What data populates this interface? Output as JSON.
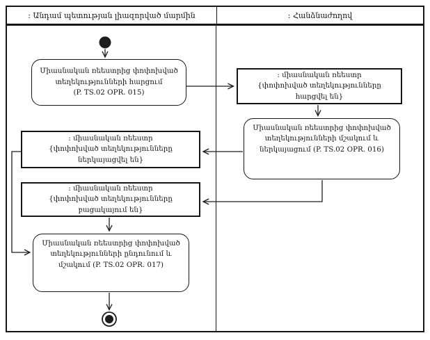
{
  "swimlanes": {
    "left": {
      "title": ": Անդամ պետության լիազորված մարմին"
    },
    "right": {
      "title": ": Հանձնաժողով"
    }
  },
  "nodes": {
    "action_opr_015": {
      "label": "Միասնական ռեեստրից փոփոխված\nտեղեկությունների հարցում\n(P. TS.02 OPR. 015)"
    },
    "object_register_queried": {
      "label": ": միասնական ռեեստր\n{փոփոխված տեղեկությունները հարցվել են}"
    },
    "action_opr_016": {
      "label": "Միասնական ռեեստրից փոփոխված\nտեղեկությունների մշակում և\nներկայացում (P. TS.02 OPR. 016)"
    },
    "object_register_submitted": {
      "label": ": միասնական ռեեստր\n{փոփոխված տեղեկությունները ներկայացվել են}"
    },
    "object_register_absent": {
      "label": ": միասնական ռեեստր\n{փոփոխված տեղեկությունները բացակայում են}"
    },
    "action_opr_017": {
      "label": "Միասնական ռեեստրից փոփոխված\nտեղեկությունների ընդունում և\nմշակում (P. TS.02 OPR. 017)"
    }
  },
  "colors": {
    "line": "#1c1c1c",
    "background": "#ffffff"
  }
}
